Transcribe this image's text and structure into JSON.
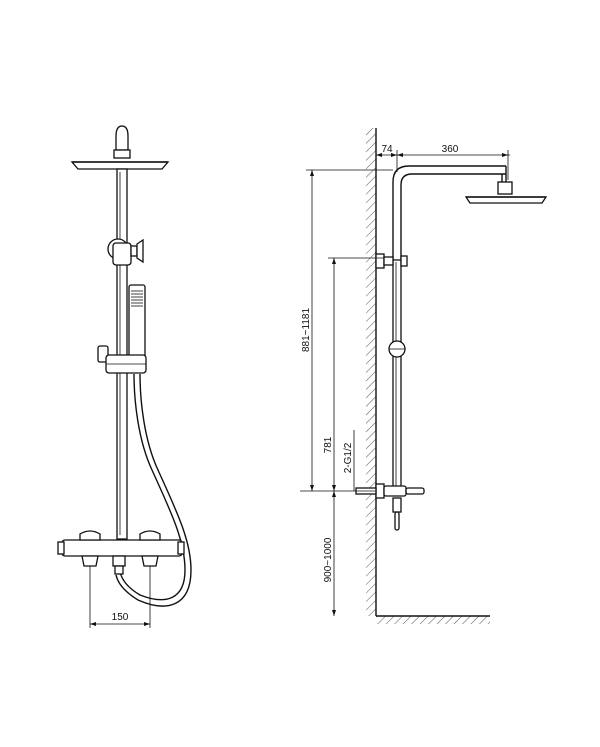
{
  "front_view": {
    "dim_width": "150"
  },
  "side_view": {
    "dim_wall_offset": "74",
    "dim_arm_length": "360",
    "dim_total_height": "881~1181",
    "dim_bracket_height": "781",
    "dim_thread": "2-G1/2",
    "dim_mixer_height": "900~1000"
  }
}
